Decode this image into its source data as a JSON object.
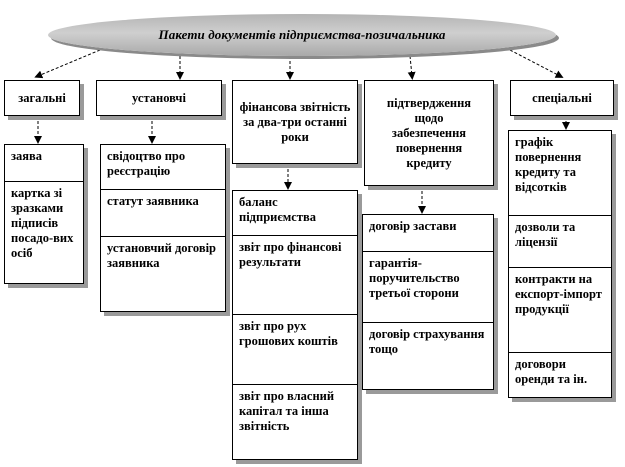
{
  "title": "Пакети документів підприємства-позичальника",
  "columns": [
    {
      "header": "загальні",
      "items": [
        "заява",
        "картка зі зразками підписів посадо-вих осіб"
      ]
    },
    {
      "header": "установчі",
      "items": [
        "свідоцтво про реєстрацію",
        "статут заявника",
        "установчий договір заявника"
      ]
    },
    {
      "header": "фінансова звітність за два-три останні роки",
      "items": [
        "баланс підприємства",
        "звіт про фінансові результати",
        "звіт про рух грошових коштів",
        "звіт про власний капітал та інша звітність"
      ]
    },
    {
      "header": "підтвердження щодо забезпечення повернення кредиту",
      "items": [
        "договір застави",
        "гарантія-поручительство третьої сторони",
        "договір страхування тощо"
      ]
    },
    {
      "header": "спеціальні",
      "items": [
        "графік повернення кредиту та відсотків",
        "дозволи та ліцензії",
        "контракти на експорт-імпорт продукції",
        "договори оренди та ін."
      ]
    }
  ]
}
